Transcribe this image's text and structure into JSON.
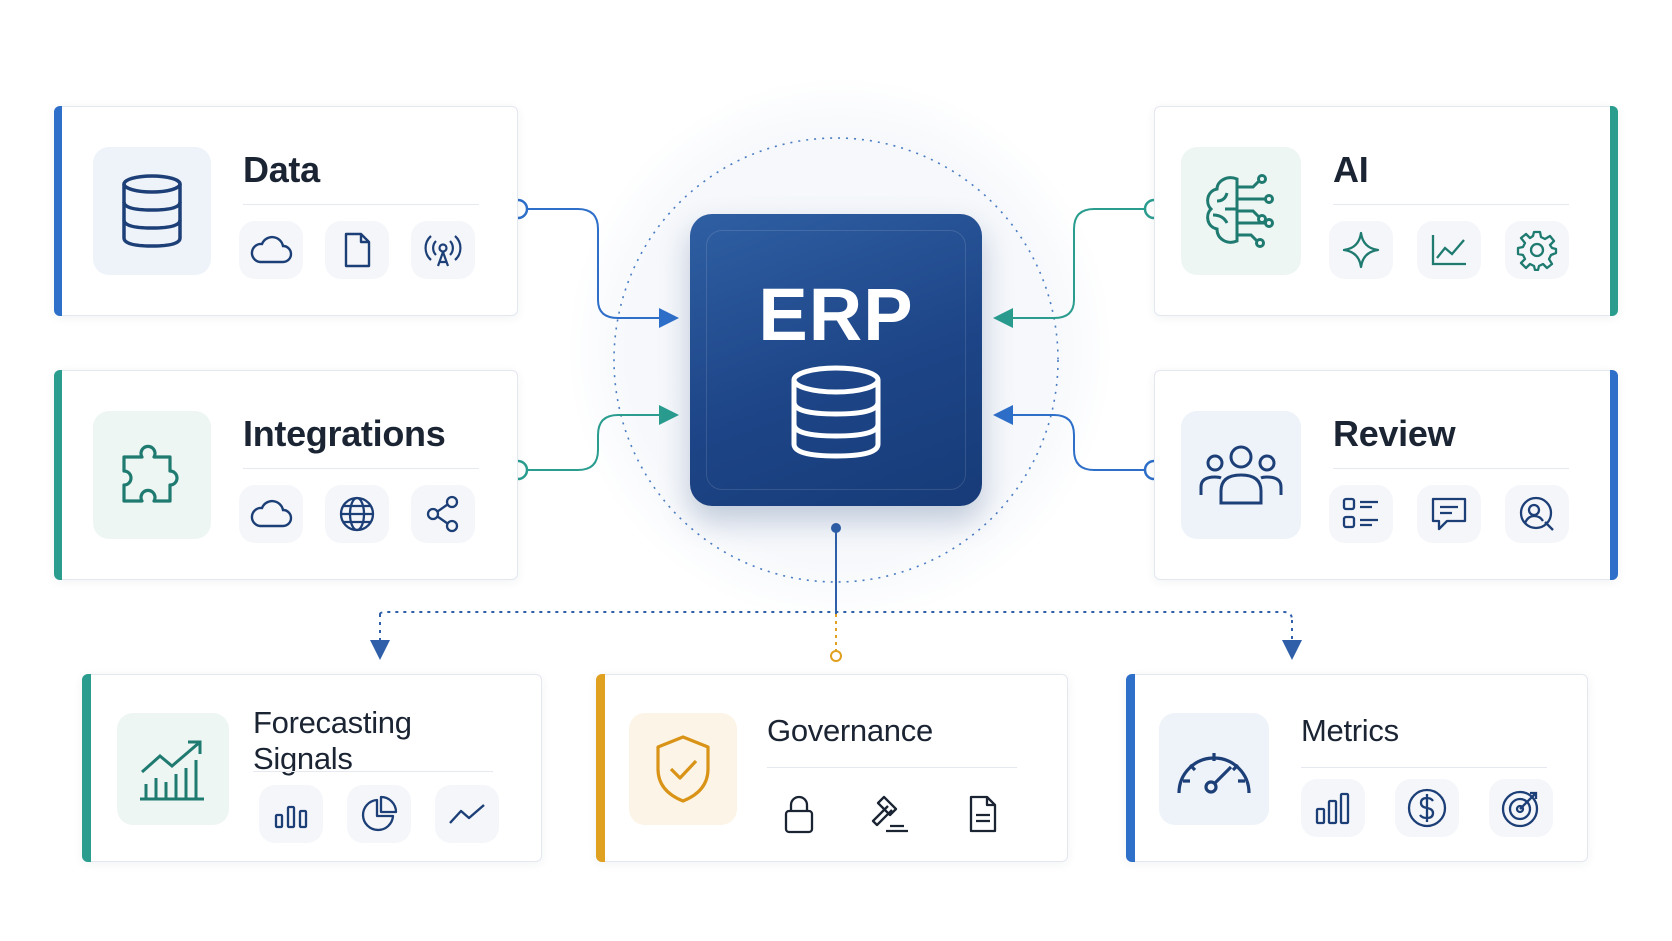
{
  "center": {
    "label": "ERP"
  },
  "cards": {
    "data": {
      "title": "Data",
      "accent": "#2e6fc9",
      "icon": "database-icon",
      "chips": [
        "cloud-icon",
        "document-icon",
        "antenna-icon"
      ]
    },
    "integrations": {
      "title": "Integrations",
      "accent": "#2a9d8f",
      "icon": "puzzle-icon",
      "chips": [
        "cloud-icon",
        "globe-icon",
        "share-icon"
      ]
    },
    "ai": {
      "title": "AI",
      "accent": "#2a9d8f",
      "icon": "brain-circuit-icon",
      "chips": [
        "sparkle-icon",
        "line-chart-icon",
        "gear-icon"
      ]
    },
    "review": {
      "title": "Review",
      "accent": "#2e6fc9",
      "icon": "team-icon",
      "chips": [
        "checklist-icon",
        "comment-icon",
        "user-search-icon"
      ]
    },
    "forecasting": {
      "title_line1": "Forecasting",
      "title_line2": "Signals",
      "accent": "#2a9d8f",
      "icon": "trend-chart-icon",
      "chips": [
        "bar-chart-icon",
        "pie-chart-icon",
        "trend-line-icon"
      ]
    },
    "governance": {
      "title": "Governance",
      "accent": "#e0a020",
      "icon": "shield-check-icon",
      "chips": [
        "lock-icon",
        "gavel-icon",
        "document-icon"
      ]
    },
    "metrics": {
      "title": "Metrics",
      "accent": "#2e6fc9",
      "icon": "gauge-icon",
      "chips": [
        "bar-chart-icon",
        "dollar-icon",
        "target-icon"
      ]
    }
  },
  "colors": {
    "blue": "#2e6fc9",
    "teal": "#2a9d8f",
    "amber": "#e0a020",
    "navy": "#1d4587",
    "ink": "#1b2433"
  }
}
